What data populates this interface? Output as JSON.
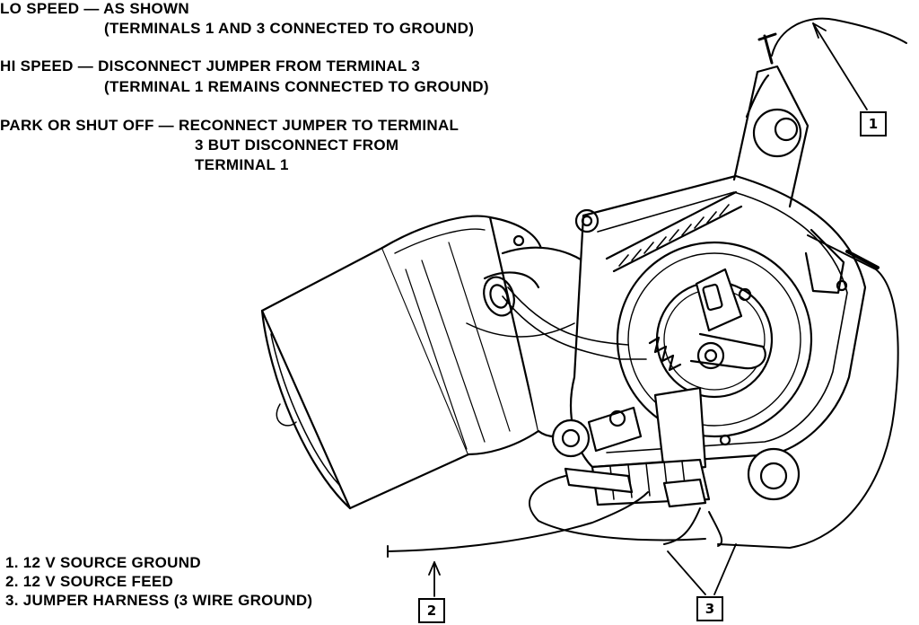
{
  "instructions": {
    "lo_speed_title": "LO SPEED — AS SHOWN",
    "lo_speed_detail": "(TERMINALS 1 AND 3 CONNECTED TO GROUND)",
    "hi_speed_title": "HI SPEED — DISCONNECT JUMPER FROM TERMINAL 3",
    "hi_speed_detail": "(TERMINAL 1 REMAINS CONNECTED TO GROUND)",
    "park_line1": "PARK OR SHUT OFF — RECONNECT JUMPER TO TERMINAL",
    "park_line2": "3 BUT DISCONNECT FROM",
    "park_line3": "TERMINAL 1"
  },
  "legend": [
    "1.  12 V SOURCE GROUND",
    "2.  12 V SOURCE FEED",
    "3.  JUMPER HARNESS (3 WIRE GROUND)"
  ],
  "callouts": {
    "c1": "1",
    "c2": "2",
    "c3": "3"
  }
}
